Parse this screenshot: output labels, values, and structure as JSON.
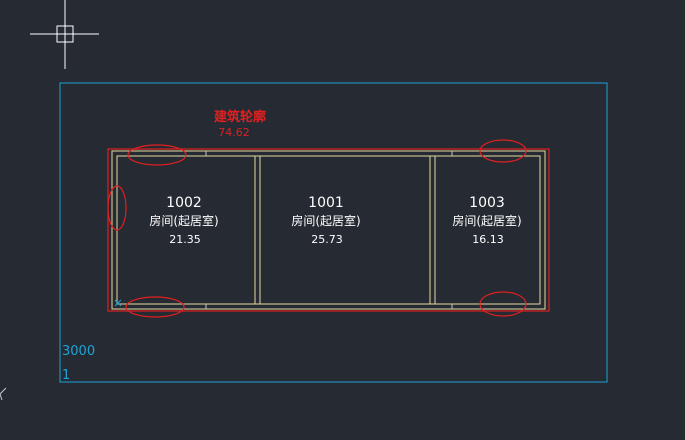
{
  "outline": {
    "title": "建筑轮廓",
    "area": "74.62",
    "color": "#e02020"
  },
  "rooms": [
    {
      "number": "1002",
      "name": "房间(起居室)",
      "area": "21.35"
    },
    {
      "number": "1001",
      "name": "房间(起居室)",
      "area": "25.73"
    },
    {
      "number": "1003",
      "name": "房间(起居室)",
      "area": "16.13"
    }
  ],
  "frame": {
    "label_top": "3000",
    "label_bottom": "1",
    "color": "#1fa3d8"
  },
  "colors": {
    "background": "#252a33",
    "wall": "#e8d9a0",
    "room_text": "#ffffff",
    "highlight": "#e02020",
    "crosshair": "#ffffff"
  },
  "icons": {
    "cursor": "crosshair-icon",
    "ucs": "ucs-axis-icon"
  }
}
